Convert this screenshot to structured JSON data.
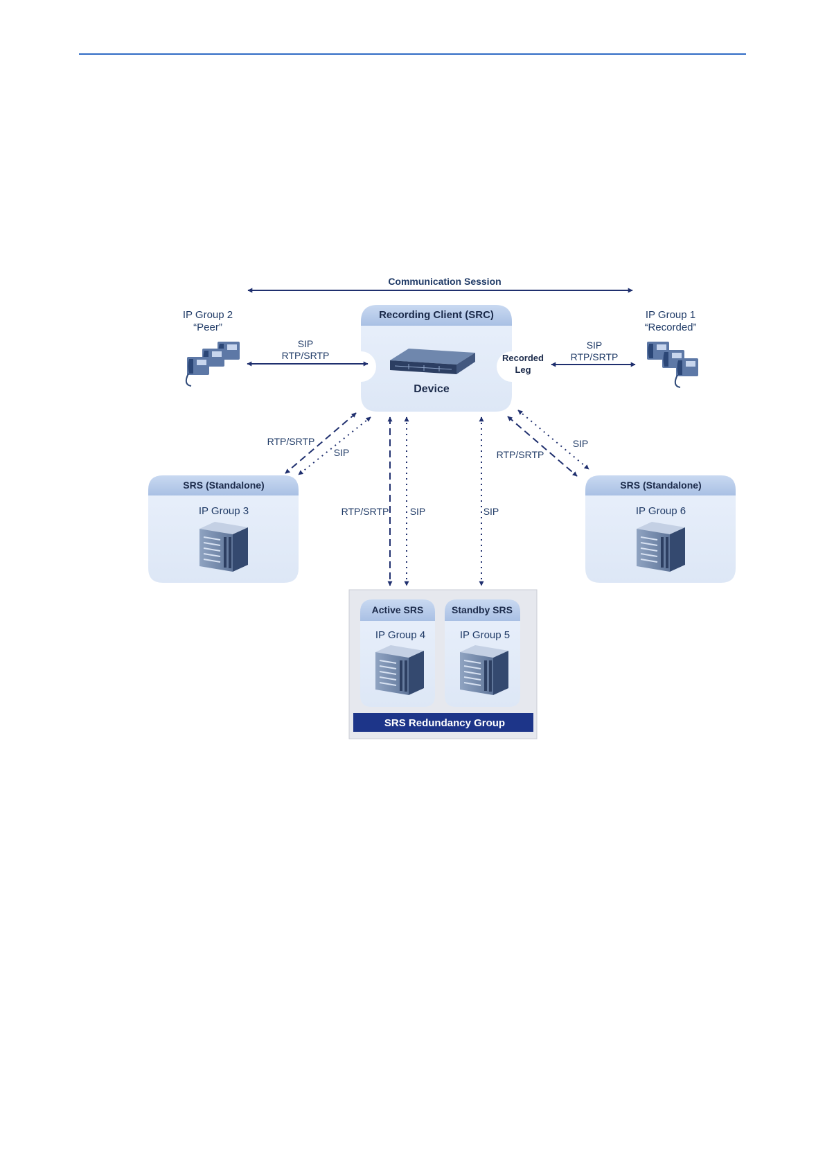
{
  "colors": {
    "header_rule": "#2f6bc4",
    "navy": "#1f2f6e",
    "panel": "#e4edf9",
    "tab": "#b7cbe9",
    "group_bg": "#e6e8ee",
    "group_bar": "#1d3589"
  },
  "diagram": {
    "communication_session": "Communication Session",
    "src": {
      "tab_label": "Recording Client  (SRC)",
      "device_label": "Device",
      "device_icon": "sbc-device-icon",
      "recorded_leg_line1": "Recorded",
      "recorded_leg_line2": "Leg"
    },
    "ip_group_2": {
      "line1": "IP Group 2",
      "line2": "“Peer”",
      "icon": "ip-phones-icon"
    },
    "ip_group_1": {
      "line1": "IP Group 1",
      "line2": "“Recorded”",
      "icon": "ip-phones-icon"
    },
    "left_link": {
      "sip": "SIP",
      "rtp": "RTP/SRTP"
    },
    "right_link": {
      "sip": "SIP",
      "rtp": "RTP/SRTP"
    },
    "srs_left": {
      "tab_label": "SRS (Standalone)",
      "group": "IP Group 3",
      "icon": "server-icon"
    },
    "srs_right": {
      "tab_label": "SRS (Standalone)",
      "group": "IP Group 6",
      "icon": "server-icon"
    },
    "links": {
      "left_rtp": "RTP/SRTP",
      "left_sip": "SIP",
      "center_rtp": "RTP/SRTP",
      "center_sip_1": "SIP",
      "center_sip_2": "SIP",
      "right_rtp": "RTP/SRTP",
      "right_sip": "SIP"
    },
    "active_srs": {
      "tab_label": "Active SRS",
      "group": "IP Group 4",
      "icon": "server-icon"
    },
    "standby_srs": {
      "tab_label": "Standby SRS",
      "group": "IP Group 5",
      "icon": "server-icon"
    },
    "redundancy_group": "SRS Redundancy Group"
  }
}
